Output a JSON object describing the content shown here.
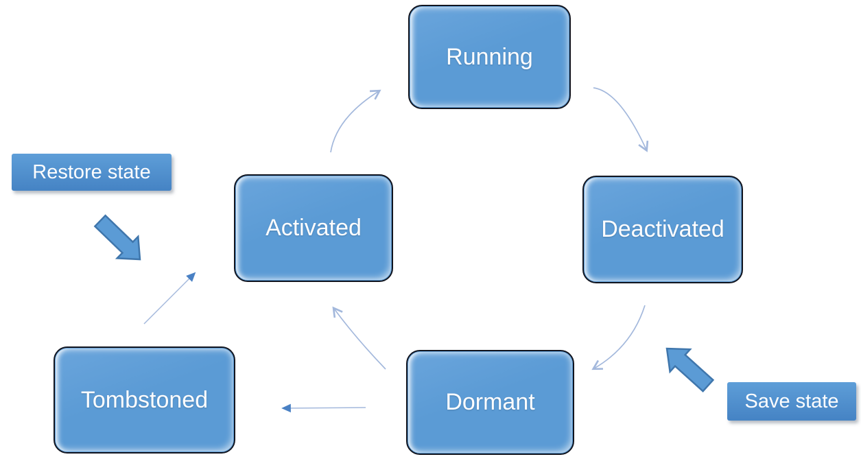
{
  "nodes": [
    {
      "id": "running",
      "label": "Running"
    },
    {
      "id": "deactivated",
      "label": "Deactivated"
    },
    {
      "id": "dormant",
      "label": "Dormant"
    },
    {
      "id": "tombstoned",
      "label": "Tombstoned"
    },
    {
      "id": "activated",
      "label": "Activated"
    }
  ],
  "callouts": [
    {
      "id": "restore-state",
      "label": "Restore state",
      "arrow_direction": "down-right"
    },
    {
      "id": "save-state",
      "label": "Save state",
      "arrow_direction": "up-left"
    }
  ],
  "edges": [
    {
      "from": "Activated",
      "to": "Running",
      "style": "curved-open-head"
    },
    {
      "from": "Running",
      "to": "Deactivated",
      "style": "curved-open-head"
    },
    {
      "from": "Deactivated",
      "to": "Dormant",
      "style": "curved-open-head"
    },
    {
      "from": "Dormant",
      "to": "Activated",
      "style": "curved-open-head"
    },
    {
      "from": "Dormant",
      "to": "Tombstoned",
      "style": "straight-filled-head"
    },
    {
      "from": "Tombstoned",
      "to": "Activated",
      "style": "straight-filled-head"
    }
  ],
  "colors": {
    "node_fill": "#5b9bd5",
    "node_fill_light": "#6aa5dc",
    "node_border": "#12151f",
    "callout_fill_top": "#5e9ed8",
    "callout_fill_bottom": "#4583c4",
    "connector": "#a3b8dc",
    "connector_head": "#4a81c4",
    "block_arrow_fill": "#5b9bd5",
    "block_arrow_border": "#3f76ac",
    "text": "#fdfdfe",
    "background": "#ffffff"
  }
}
